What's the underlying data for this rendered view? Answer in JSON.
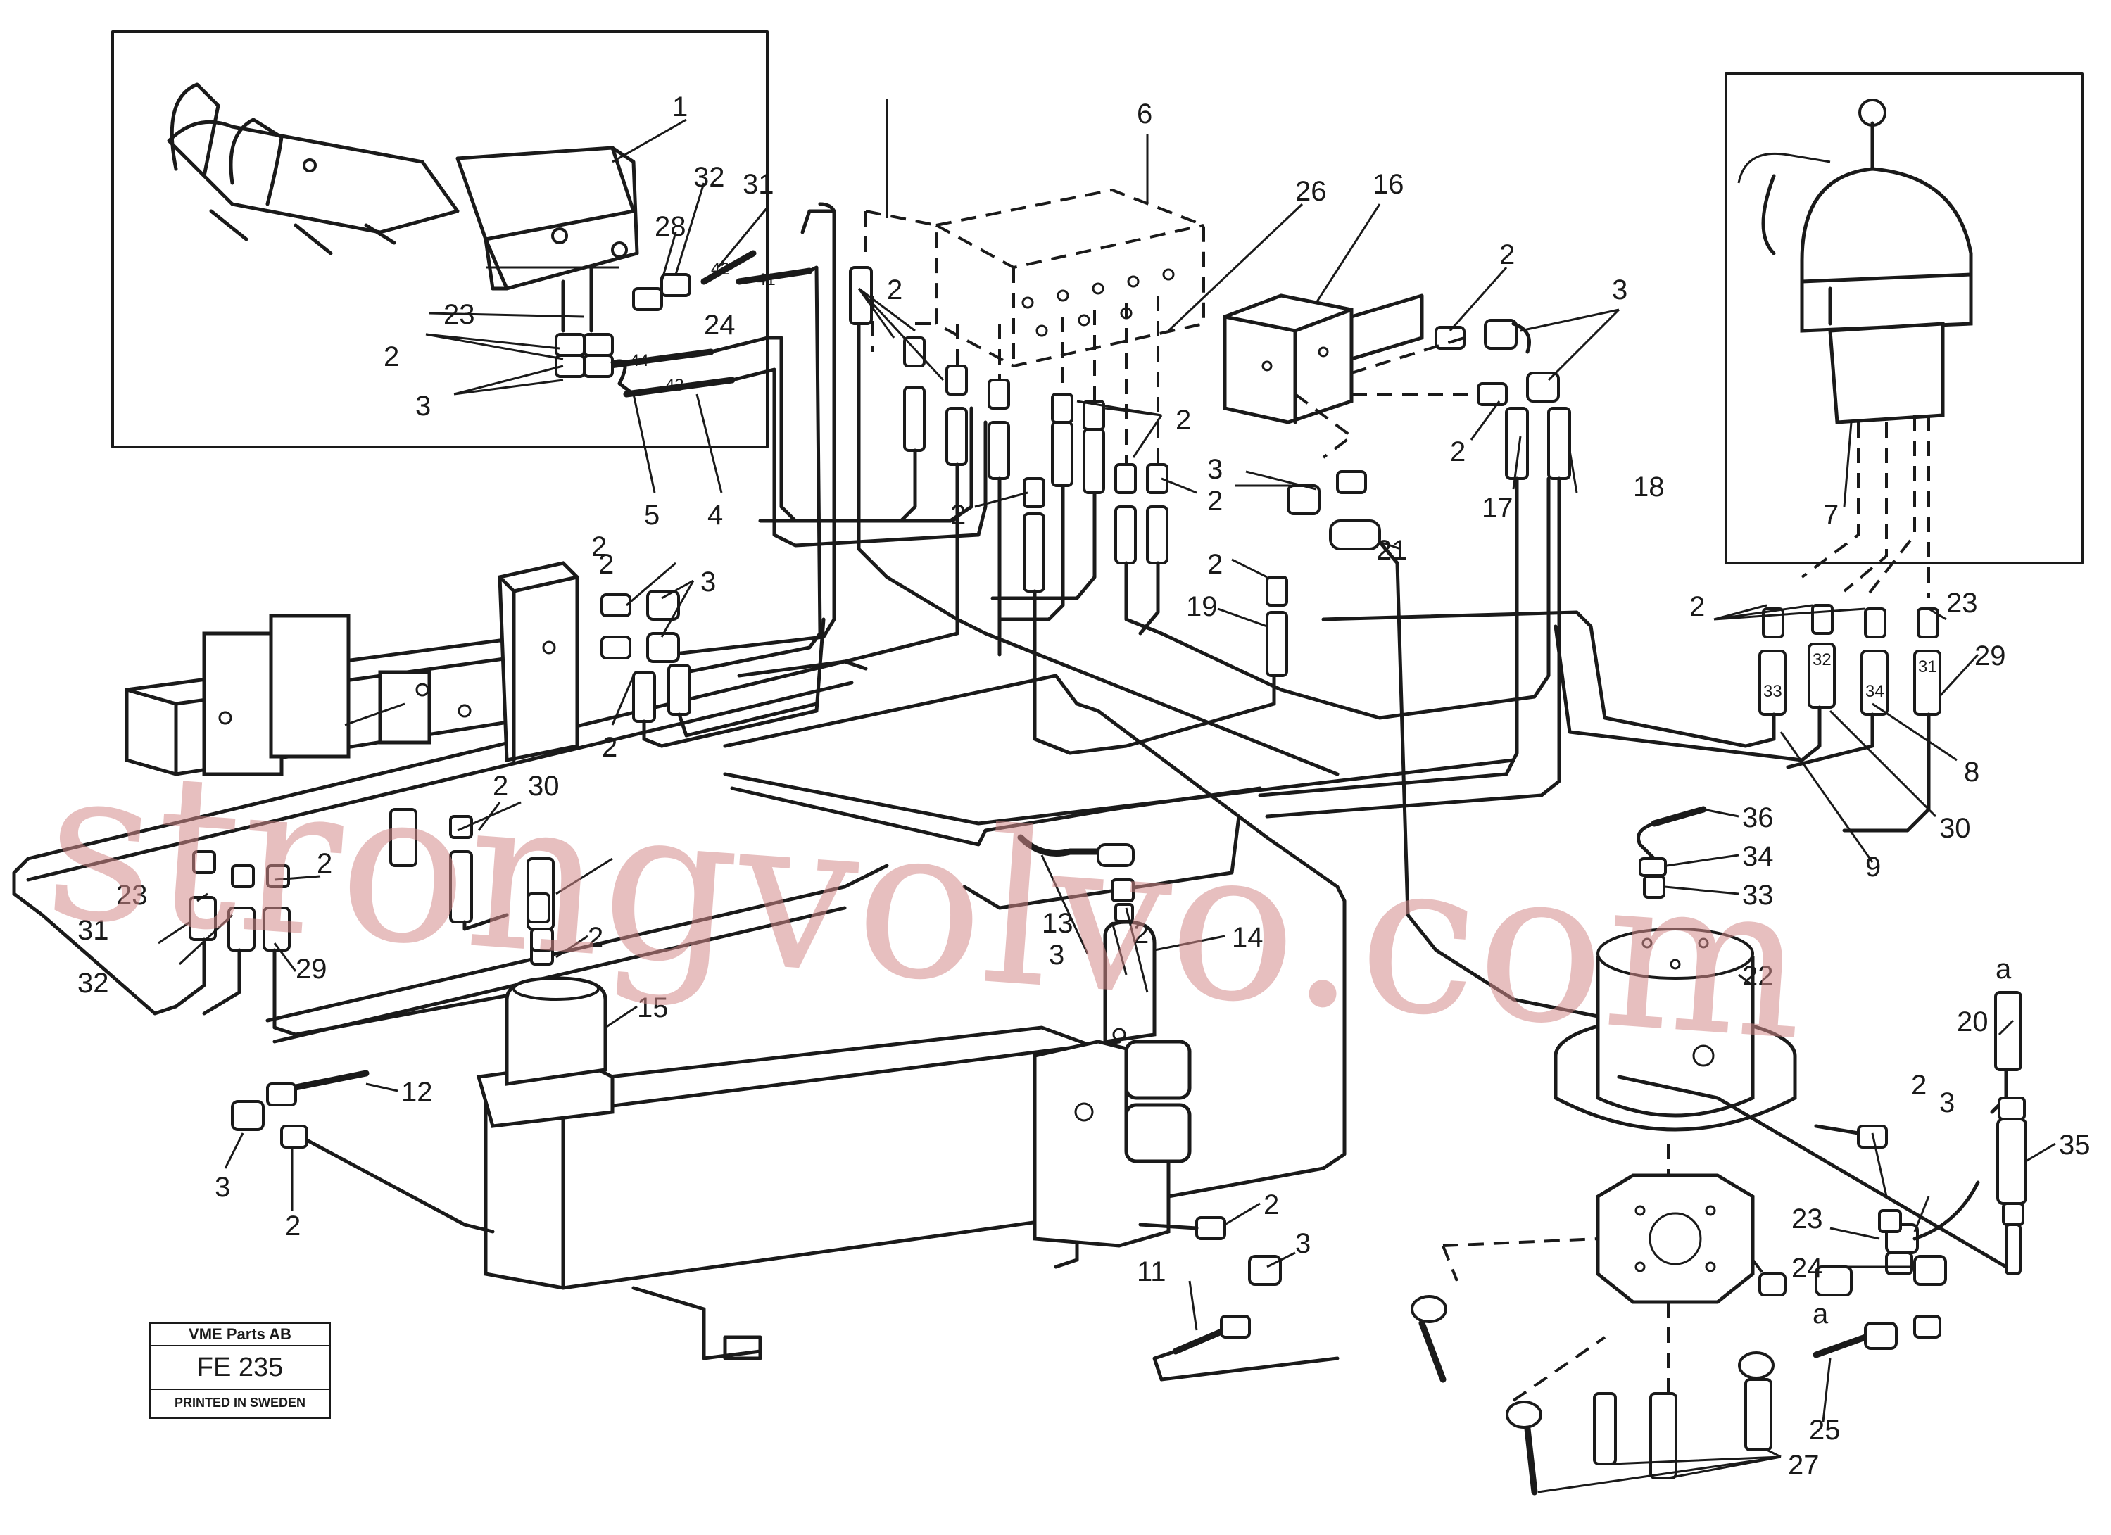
{
  "title_block": {
    "company": "VME Parts AB",
    "drawing_no": "FE 235",
    "printed": "PRINTED IN SWEDEN"
  },
  "watermark": "strongvolvo.com",
  "hose_tags": [
    "44",
    "43",
    "42",
    "41",
    "33",
    "32",
    "34",
    "31"
  ],
  "callouts": [
    "1",
    "2",
    "3",
    "4",
    "5",
    "6",
    "7",
    "8",
    "9",
    "11",
    "12",
    "13",
    "14",
    "15",
    "16",
    "17",
    "18",
    "19",
    "20",
    "21",
    "22",
    "23",
    "24",
    "25",
    "26",
    "27",
    "28",
    "29",
    "30",
    "31",
    "32",
    "33",
    "34",
    "35",
    "36",
    "a"
  ],
  "colors": {
    "line": "#1a1a1a",
    "watermark": "#d48a8a",
    "background": "#ffffff"
  }
}
